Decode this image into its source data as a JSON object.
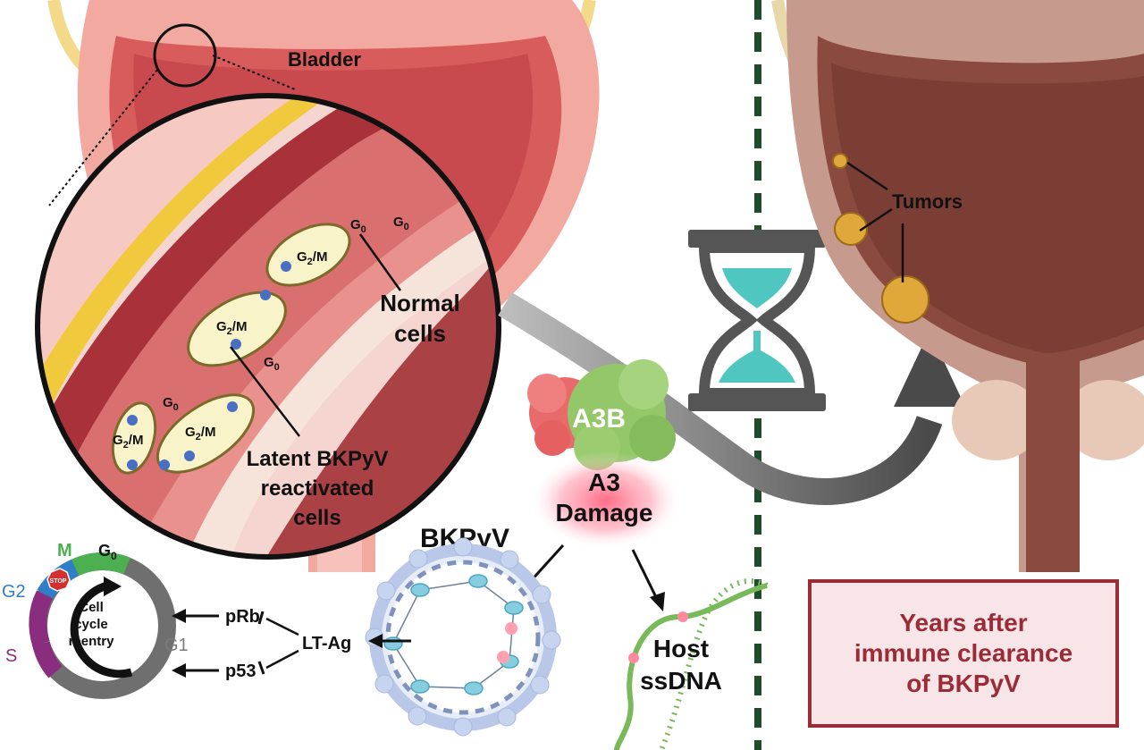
{
  "labels": {
    "bladder": "Bladder",
    "g0_a": "G",
    "g0_b": "G",
    "g0_c": "G",
    "g0_d": "G",
    "g2m_a": "G",
    "g2m_b": "G",
    "g2m_c": "G",
    "g2m_d": "G",
    "sub_0": "0",
    "sub_2": "2",
    "slash_m": "/M",
    "normal_cells_1": "Normal",
    "normal_cells_2": "cells",
    "latent_1": "Latent BKPyV",
    "latent_2": "reactivated",
    "latent_3": "cells",
    "tumors": "Tumors",
    "a3b": "A3B",
    "a3_damage_1": "A3",
    "a3_damage_2": "Damage",
    "bkpyv": "BKPyV",
    "host_1": "Host",
    "host_2": "ssDNA",
    "years_1": "Years after",
    "years_2": "immune clearance",
    "years_3": "of BKPyV"
  },
  "cell_cycle": {
    "phases": [
      "M",
      "G2",
      "S",
      "G1"
    ],
    "g0": "G",
    "center_1": "Cell",
    "center_2": "cycle",
    "center_3": "reentry",
    "stop": "STOP",
    "pRb": "pRb",
    "p53": "p53",
    "lt_ag": "LT-Ag"
  },
  "colors": {
    "phase_m": "#4caf50",
    "phase_g2": "#2f7fc8",
    "phase_s": "#8b2d7e",
    "phase_g1": "#6f6f6f",
    "box_border": "#9b2b37",
    "hourglass_sand": "#4fc7c0"
  }
}
